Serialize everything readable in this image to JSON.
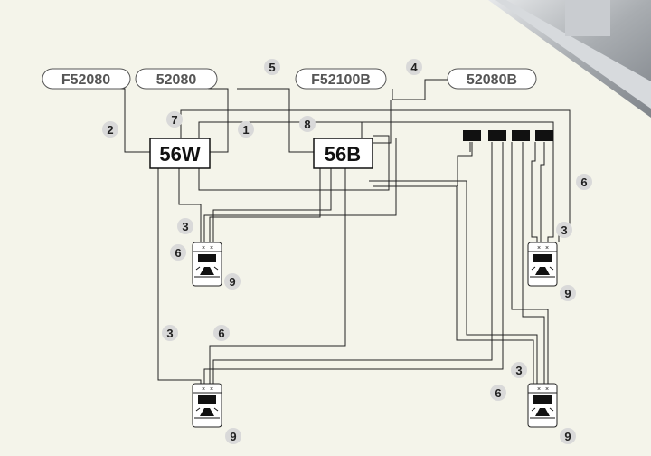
{
  "labels": {
    "pill_1": "F52080",
    "pill_2": "52080",
    "pill_3": "F52100B",
    "pill_4": "52080B",
    "box_w": "56W",
    "box_b": "56B"
  },
  "callouts": [
    "1",
    "2",
    "3",
    "4",
    "5",
    "6",
    "7",
    "8",
    "9"
  ],
  "colors": {
    "background": "#f4f4ea",
    "wire": "#222222",
    "callout_fill": "#d9d9d9",
    "pill_border": "#555555"
  },
  "icons": [
    "strobe-light-icon",
    "connector-block-icon"
  ]
}
